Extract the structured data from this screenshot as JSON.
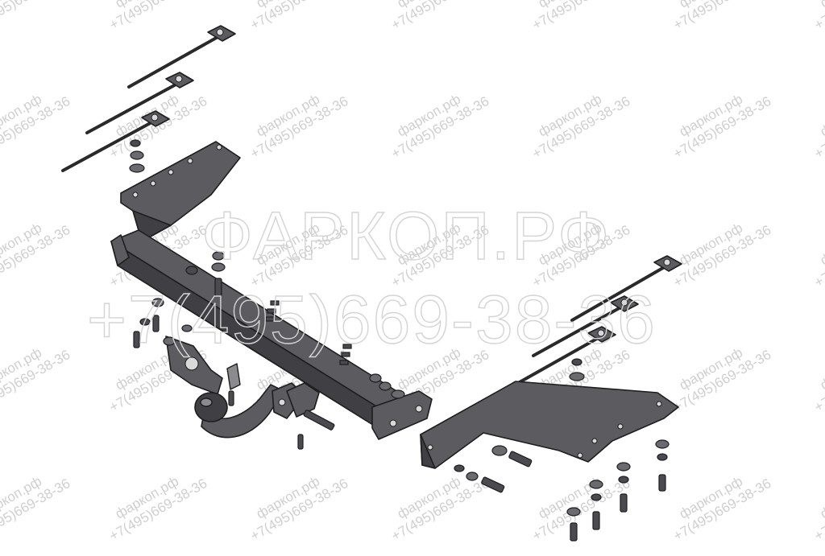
{
  "watermark": {
    "site": "фаркоп.рф",
    "phone": "+7(495)669-38-36",
    "big_site": "ФАРКОП.РФ",
    "big_phone": "+7(495)669-38-36"
  },
  "colors": {
    "background": "#ffffff",
    "metal": "#5b5b60",
    "watermark": "#cfcfcf"
  },
  "drawing": {
    "subject": "tow-bar-assembly-exploded-view"
  }
}
